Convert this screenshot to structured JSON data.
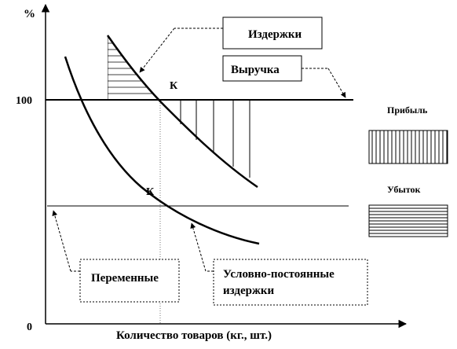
{
  "axis": {
    "y_unit": "%",
    "y_tick_100": "100",
    "origin": "0",
    "x_label": "Количество товаров (кг., шт.)"
  },
  "labels": {
    "costs": "Издержки",
    "revenue": "Выручка",
    "point_upper": "К",
    "point_lower": "К",
    "variable": "Переменные",
    "fixed_line1": "Условно-постоянные",
    "fixed_line2": "издержки"
  },
  "legend": {
    "profit": "Прибыль",
    "loss": "Убыток"
  },
  "colors": {
    "ink": "#000000",
    "guide": "#777777",
    "background": "#ffffff"
  }
}
